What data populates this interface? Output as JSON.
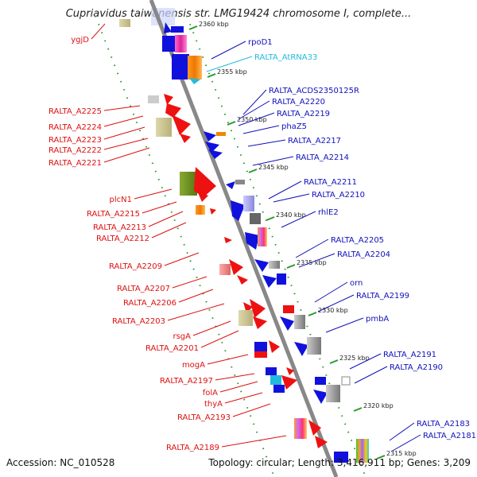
{
  "title": "Cupriavidus taiwanensis str. LMG19424 chromosome I, complete...",
  "footer": {
    "accession": "Accession: NC_010528",
    "summary": "Topology: circular; Length: 3,416,911 bp; Genes: 3,209"
  },
  "ticks": [
    "2360 kbp",
    "2355 kbp",
    "2350 kbp",
    "2345 kbp",
    "2340 kbp",
    "2335 kbp",
    "2330 kbp",
    "2325 kbp",
    "2320 kbp",
    "2315 kbp"
  ],
  "colors": {
    "forward": "#ee1111",
    "reverse": "#1111dd",
    "rna": "#22bbdd",
    "label_red": "#dd1111",
    "label_blue": "#1111bb",
    "backbone": "#888888"
  },
  "left_labels": [
    "ygjD",
    "RALTA_A2225",
    "RALTA_A2224",
    "RALTA_A2223",
    "RALTA_A2222",
    "RALTA_A2221",
    "plcN1",
    "RALTA_A2215",
    "RALTA_A2213",
    "RALTA_A2212",
    "RALTA_A2209",
    "RALTA_A2207",
    "RALTA_A2206",
    "RALTA_A2203",
    "rsgA",
    "RALTA_A2201",
    "mogA",
    "RALTA_A2197",
    "folA",
    "thyA",
    "RALTA_A2193",
    "RALTA_A2189"
  ],
  "right_labels": [
    "rpoD1",
    "RALTA_AtRNA33",
    "RALTA_ACDS2350125R",
    "RALTA_A2220",
    "RALTA_A2219",
    "phaZ5",
    "RALTA_A2217",
    "RALTA_A2214",
    "RALTA_A2211",
    "RALTA_A2210",
    "rhlE2",
    "RALTA_A2205",
    "RALTA_A2204",
    "orn",
    "RALTA_A2199",
    "pmbA",
    "RALTA_A2191",
    "RALTA_A2190",
    "RALTA_A2183",
    "RALTA_A2181"
  ]
}
